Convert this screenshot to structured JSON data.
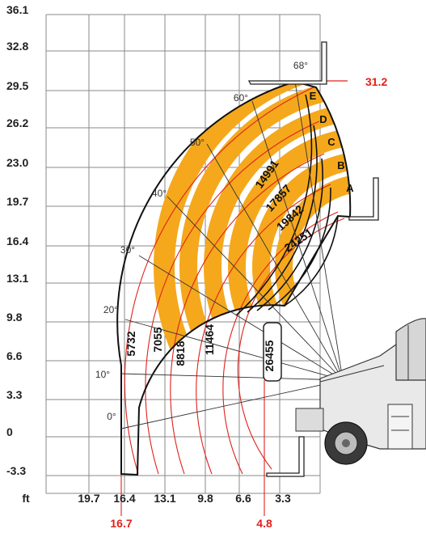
{
  "chart_data": {
    "type": "load_chart",
    "y_ticks": [
      "36.1",
      "32.8",
      "29.5",
      "26.2",
      "23.0",
      "19.7",
      "16.4",
      "13.1",
      "9.8",
      "6.6",
      "3.3",
      "0",
      "-3.3"
    ],
    "x_unit_label": "ft",
    "x_ticks": [
      "19.7",
      "16.4",
      "13.1",
      "9.8",
      "6.6",
      "3.3"
    ],
    "angle_labels": [
      "0°",
      "10°",
      "20°",
      "30°",
      "40°",
      "50°",
      "60°",
      "68°"
    ],
    "extension_labels": [
      "A",
      "B",
      "C",
      "D",
      "E"
    ],
    "capacity_labels": [
      "5732",
      "7055",
      "8818",
      "11464",
      "26455",
      "14991",
      "17857",
      "19842",
      "24251"
    ],
    "max_height": "31.2",
    "max_reach": "16.7",
    "reach_at_max_height": "4.8",
    "colors": {
      "zone_fill": "#f5a81c",
      "red_lines": "#e0211b",
      "grid": "#8a8a8a"
    }
  }
}
